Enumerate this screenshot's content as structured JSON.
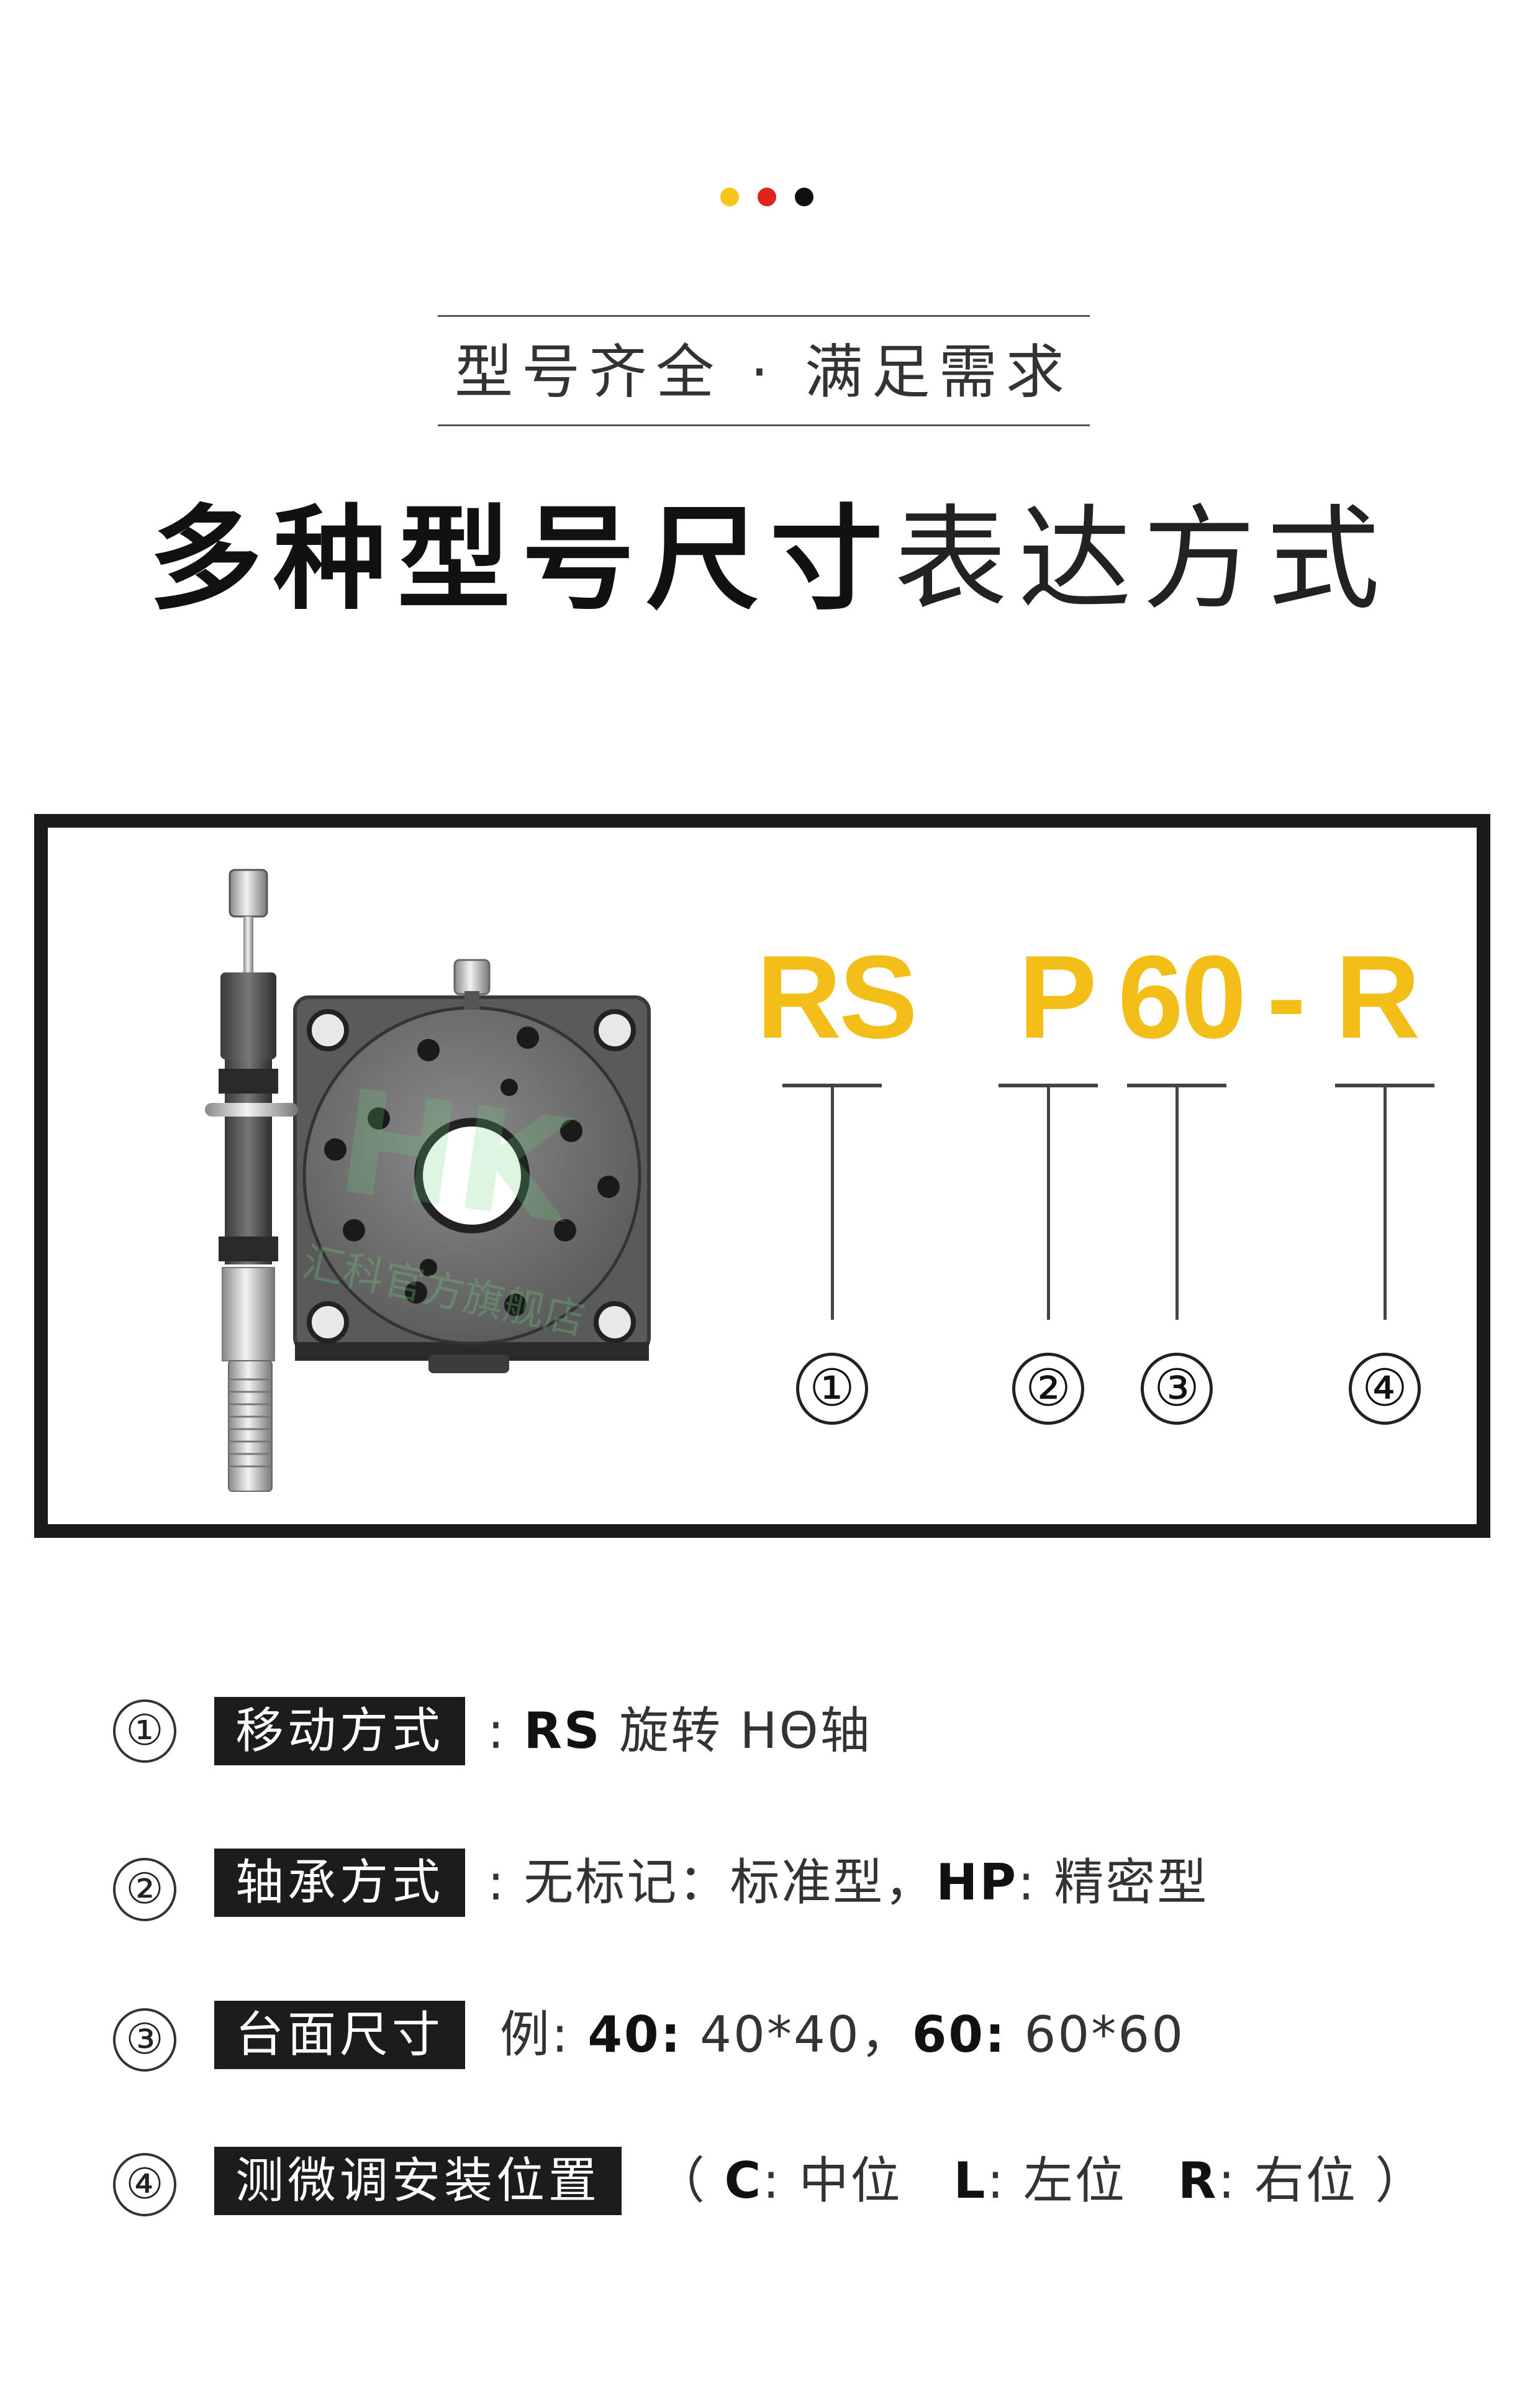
{
  "colors": {
    "yellow": "#F5C518",
    "red": "#E0241B",
    "black": "#111111",
    "code_yellow": "#F2BE17"
  },
  "header": {
    "subtitle": "型号齐全 · 满足需求",
    "title_bold": "多种型号尺寸",
    "title_light": "表达方式"
  },
  "diagram": {
    "code_parts": [
      "RS",
      "P",
      "60",
      "-",
      "R"
    ],
    "markers": [
      "①",
      "②",
      "③",
      "④"
    ],
    "watermark": "汇科官方旗舰店"
  },
  "legend": [
    {
      "marker": "①",
      "tag": "移动方式",
      "sep": ":",
      "parts": [
        {
          "b": "RS"
        },
        {
          "t": " 旋转 HΘ轴"
        }
      ]
    },
    {
      "marker": "②",
      "tag": "轴承方式",
      "sep": ":",
      "parts": [
        {
          "t": "无标记：标准型，"
        },
        {
          "b": "HP"
        },
        {
          "t": ": 精密型"
        }
      ]
    },
    {
      "marker": "③",
      "tag": "台面尺寸",
      "sep": "",
      "parts": [
        {
          "t": "例: "
        },
        {
          "b": "40:"
        },
        {
          "t": " 40*40，"
        },
        {
          "b": "60:"
        },
        {
          "t": " 60*60"
        }
      ]
    },
    {
      "marker": "④",
      "tag": "测微调安装位置",
      "sep": "",
      "parts": [
        {
          "t": "（ "
        },
        {
          "b": "C"
        },
        {
          "t": ": 中位　"
        },
        {
          "b": "L"
        },
        {
          "t": ": 左位　"
        },
        {
          "b": "R"
        },
        {
          "t": ": 右位 ）"
        }
      ]
    }
  ]
}
